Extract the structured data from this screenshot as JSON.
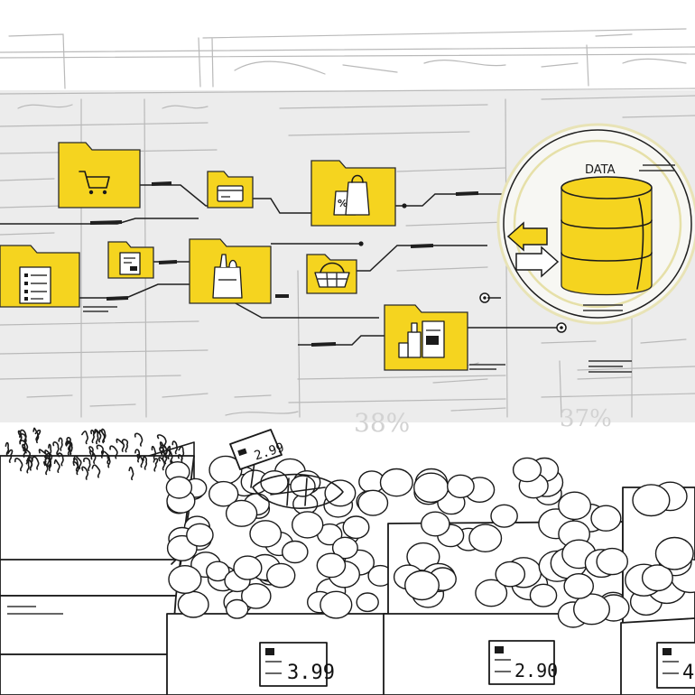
{
  "diagram": {
    "database_label": "DATA",
    "nodes": [
      {
        "id": "cart-folder",
        "icon": "shopping-cart-icon"
      },
      {
        "id": "card-folder",
        "icon": "credit-card-icon"
      },
      {
        "id": "bags-folder",
        "icon": "shopping-bags-icon"
      },
      {
        "id": "list-folder",
        "icon": "checklist-icon"
      },
      {
        "id": "receipt-folder",
        "icon": "receipt-icon"
      },
      {
        "id": "grocery-folder",
        "icon": "grocery-bag-icon"
      },
      {
        "id": "basket-folder",
        "icon": "basket-icon"
      },
      {
        "id": "products-folder",
        "icon": "bottles-icon"
      },
      {
        "id": "database",
        "icon": "database-icon"
      }
    ]
  },
  "price_tags": {
    "shelf_tag": "2.99",
    "tag_1": "3.99",
    "tag_2": "2.90",
    "tag_3": "4"
  },
  "background_signs": {
    "sign_1": "38%",
    "sign_2": "37%"
  },
  "colors": {
    "accent": "#f5d41f",
    "ink": "#1a1a1a",
    "band": "#ececec"
  }
}
